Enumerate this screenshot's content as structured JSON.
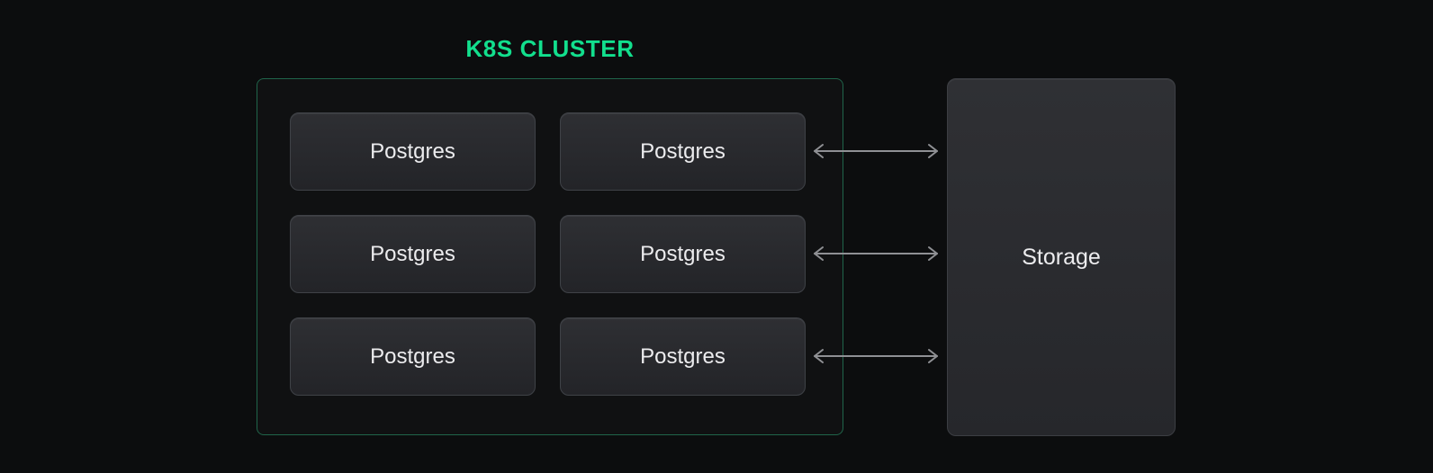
{
  "cluster": {
    "title": "K8S CLUSTER",
    "nodes": [
      {
        "label": "Postgres"
      },
      {
        "label": "Postgres"
      },
      {
        "label": "Postgres"
      },
      {
        "label": "Postgres"
      },
      {
        "label": "Postgres"
      },
      {
        "label": "Postgres"
      }
    ]
  },
  "storage": {
    "label": "Storage"
  },
  "connections": [
    {
      "from": "Postgres (row 1, right column)",
      "to": "Storage",
      "direction": "bidirectional"
    },
    {
      "from": "Postgres (row 2, right column)",
      "to": "Storage",
      "direction": "bidirectional"
    },
    {
      "from": "Postgres (row 3, right column)",
      "to": "Storage",
      "direction": "bidirectional"
    }
  ],
  "colors": {
    "background": "#0c0d0e",
    "accent_green": "#12df8d",
    "cluster_border_green": "#20654a",
    "node_fill_top": "#2e2f33",
    "node_fill_bottom": "#232428",
    "node_border": "#3f4247",
    "node_text": "#ececee",
    "arrow_gray": "#8f9094"
  }
}
